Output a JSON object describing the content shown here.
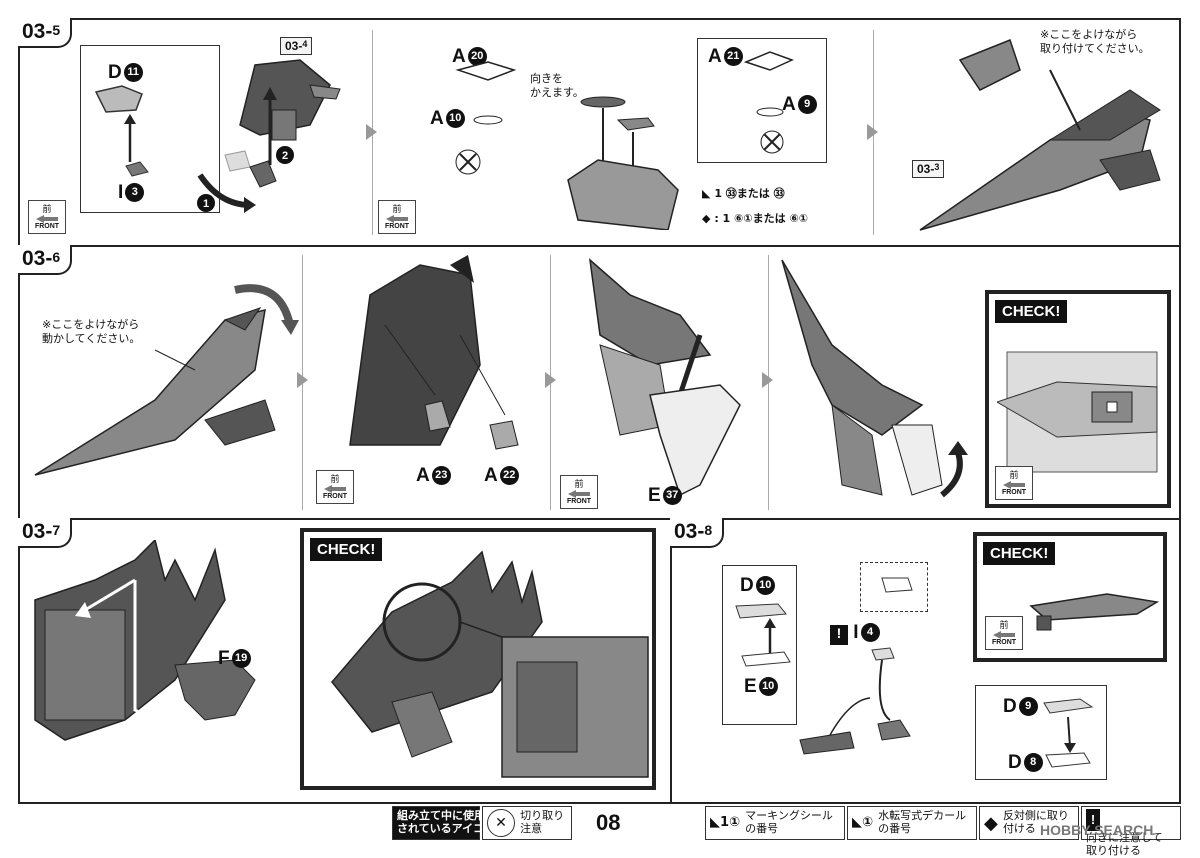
{
  "page": {
    "number": "08"
  },
  "steps": {
    "s5": {
      "num": "03-",
      "sub": "5"
    },
    "s6": {
      "num": "03-",
      "sub": "6"
    },
    "s7": {
      "num": "03-",
      "sub": "7"
    },
    "s8": {
      "num": "03-",
      "sub": "8"
    }
  },
  "refs": {
    "r34": {
      "num": "03-",
      "sub": "4"
    },
    "r33": {
      "num": "03-",
      "sub": "3"
    }
  },
  "parts": {
    "d11": {
      "letter": "D",
      "n": "11"
    },
    "i3": {
      "letter": "I",
      "n": "3"
    },
    "a20": {
      "letter": "A",
      "n": "20"
    },
    "a10": {
      "letter": "A",
      "n": "10"
    },
    "a21": {
      "letter": "A",
      "n": "21"
    },
    "a9": {
      "letter": "A",
      "n": "9"
    },
    "a23": {
      "letter": "A",
      "n": "23"
    },
    "a22": {
      "letter": "A",
      "n": "22"
    },
    "e37": {
      "letter": "E",
      "n": "37"
    },
    "f19": {
      "letter": "F",
      "n": "19"
    },
    "d10": {
      "letter": "D",
      "n": "10"
    },
    "e10": {
      "letter": "E",
      "n": "10"
    },
    "i4": {
      "letter": "I",
      "n": "4"
    },
    "d9": {
      "letter": "D",
      "n": "9"
    },
    "d8": {
      "letter": "D",
      "n": "8"
    }
  },
  "notes": {
    "muki": "向きを\nかえます。",
    "yoke1": "※ここをよけながら\n取り付けてください。",
    "yoke2": "※ここをよけながら\n動かしてください。",
    "sticker1": "1 ㉝または ㉝",
    "sticker2": ": 1 ⑥①または ⑥①"
  },
  "check": {
    "label": "CHECK!"
  },
  "front": {
    "kanji": "前",
    "label": "FRONT"
  },
  "step_numbers": {
    "one": "1",
    "two": "2"
  },
  "footer": {
    "icons_title": "組み立て中に使用\nされているアイコン",
    "cut_note": "切り取り\n注意",
    "marking": "マーキングシール\nの番号",
    "waterslide": "水転写式デカール\nの番号",
    "reverse": "反対側に取り\n付ける",
    "direction": "向きに注意して\n取り付ける",
    "marking_mark": "1①",
    "waterslide_mark": "①"
  },
  "watermark": "HOBBY SEARCH"
}
